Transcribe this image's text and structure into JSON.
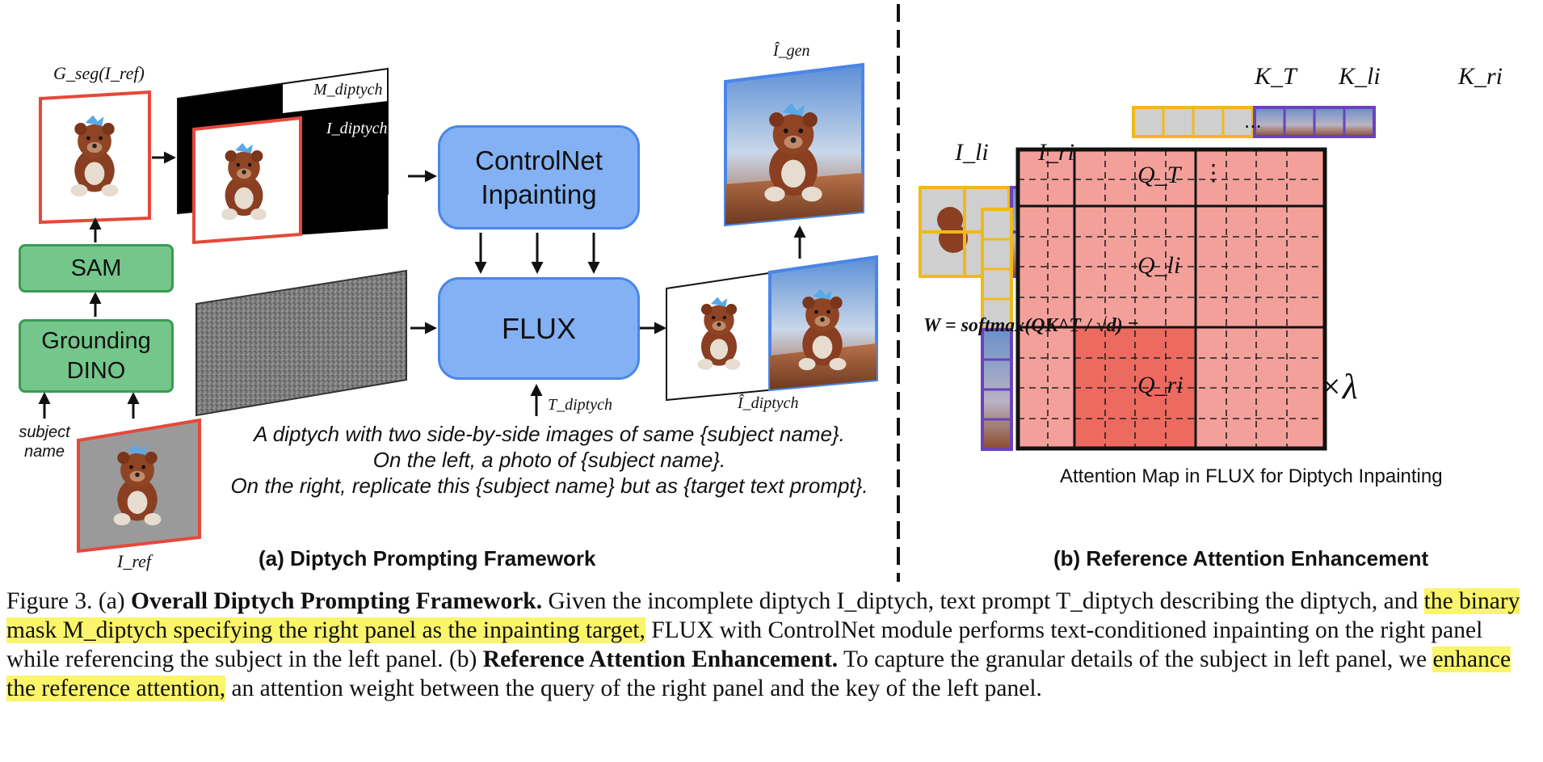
{
  "panel_a": {
    "gseg_label": "G_seg(I_ref)",
    "sam_label": "SAM",
    "grounding_label": "Grounding DINO",
    "subject_name_label": "subject name",
    "iref_label": "I_ref",
    "m_diptych_label": "M_diptych",
    "i_diptych_label": "I_diptych",
    "controlnet_label": "ControlNet Inpainting",
    "flux_label": "FLUX",
    "t_diptych_label": "T_diptych",
    "igen_label": "Î_gen",
    "idiptych_hat_label": "Î_diptych",
    "prompt_lines": [
      "A diptych with two side-by-side images of same {subject name}.",
      "On the left, a photo of {subject name}.",
      "On the right, replicate this {subject name} but as {target text prompt}."
    ],
    "title": "(a) Diptych Prompting Framework"
  },
  "panel_b": {
    "i_li_label": "I_li",
    "i_ri_label": "I_ri",
    "k_t_label": "K_T",
    "k_li_label": "K_li",
    "k_ri_label": "K_ri",
    "q_t_label": "Q_T",
    "q_li_label": "Q_li",
    "q_ri_label": "Q_ri",
    "ellipsis_h": "...",
    "ellipsis_v": "⋮",
    "formula": "W = softmax(QK^T / √d) =",
    "lambda_label": "×λ",
    "map_caption": "Attention Map in FLUX for Diptych Inpainting",
    "title": "(b) Reference Attention Enhancement"
  },
  "caption": {
    "lead": "Figure 3. (a) ",
    "bold_a": "Overall Diptych Prompting Framework.",
    "text_1": " Given the incomplete diptych I_diptych, text prompt T_diptych describing the diptych, and ",
    "highlight_1": "the binary mask M_diptych specifying the right panel as the inpainting target,",
    "text_2": " FLUX with ControlNet module performs text-conditioned inpainting on the right panel while referencing the subject in the left panel. (b) ",
    "bold_b": "Reference Attention Enhancement.",
    "text_3": " To capture the granular details of the subject in left panel, we ",
    "highlight_2": "enhance the reference attention,",
    "text_4": " an attention weight between the query of the right panel and the key of the left panel."
  },
  "colors": {
    "green_fill": "#74c68a",
    "blue_fill": "#83b1f3",
    "red_border": "#e5493a",
    "blue_border": "#4a86e8",
    "attention_cell": "#f4a09a",
    "attention_enhanced": "#ec6a60",
    "yellow_border": "#f0b91b",
    "purple_border": "#6a43bd",
    "highlight": "#faf56a"
  }
}
